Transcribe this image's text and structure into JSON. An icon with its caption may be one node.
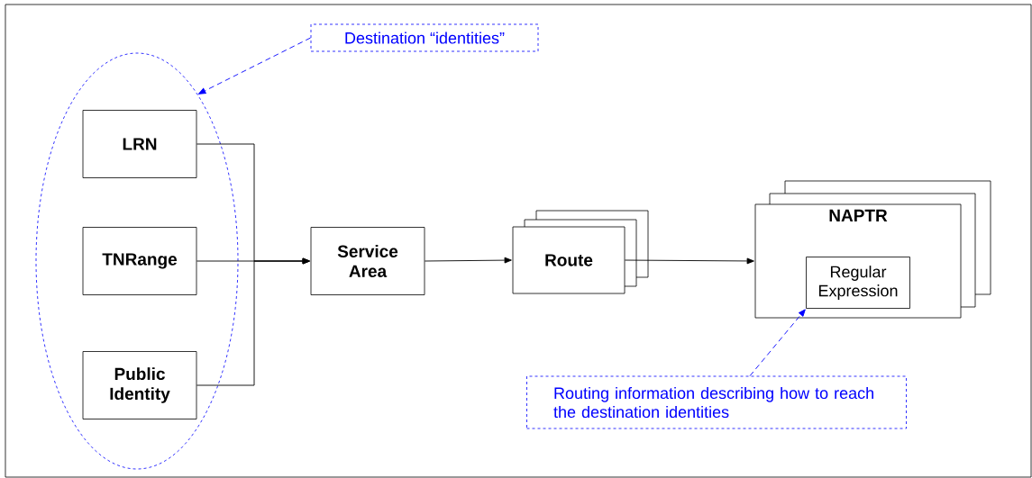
{
  "diagram": {
    "nodes": [
      {
        "text": [],
        "shape": "ellipse"
      },
      {
        "text": [
          "LRN"
        ],
        "in": 0
      },
      {
        "text": [
          "TNRange"
        ],
        "in": 0
      },
      {
        "text": [
          "Public Identity"
        ],
        "in": 0
      },
      {
        "text": [
          "Service Area"
        ]
      },
      {
        "text": [
          "Route"
        ]
      },
      {
        "text": [
          "NAPTR"
        ]
      },
      {
        "text": [
          "Regular Expression"
        ],
        "in": 6
      },
      {
        "text": [
          "Destination “identities”"
        ]
      },
      {
        "text": [
          "Routing information describing how to reach the destination identities"
        ]
      }
    ],
    "edges": [
      {
        "from": 1,
        "to": 4,
        "arrow": "to"
      },
      {
        "from": 2,
        "to": 4,
        "arrow": "to"
      },
      {
        "from": 3,
        "to": 4,
        "arrow": "to"
      },
      {
        "from": 4,
        "to": 5,
        "arrow": "to"
      },
      {
        "from": 5,
        "to": 6,
        "arrow": "to"
      },
      {
        "from": 8,
        "to": 0,
        "arrow": "to",
        "style": "dashed",
        "color": "#0000ff"
      },
      {
        "from": 9,
        "to": 7,
        "arrow": "to",
        "style": "dashed",
        "color": "#0000ff"
      }
    ]
  }
}
